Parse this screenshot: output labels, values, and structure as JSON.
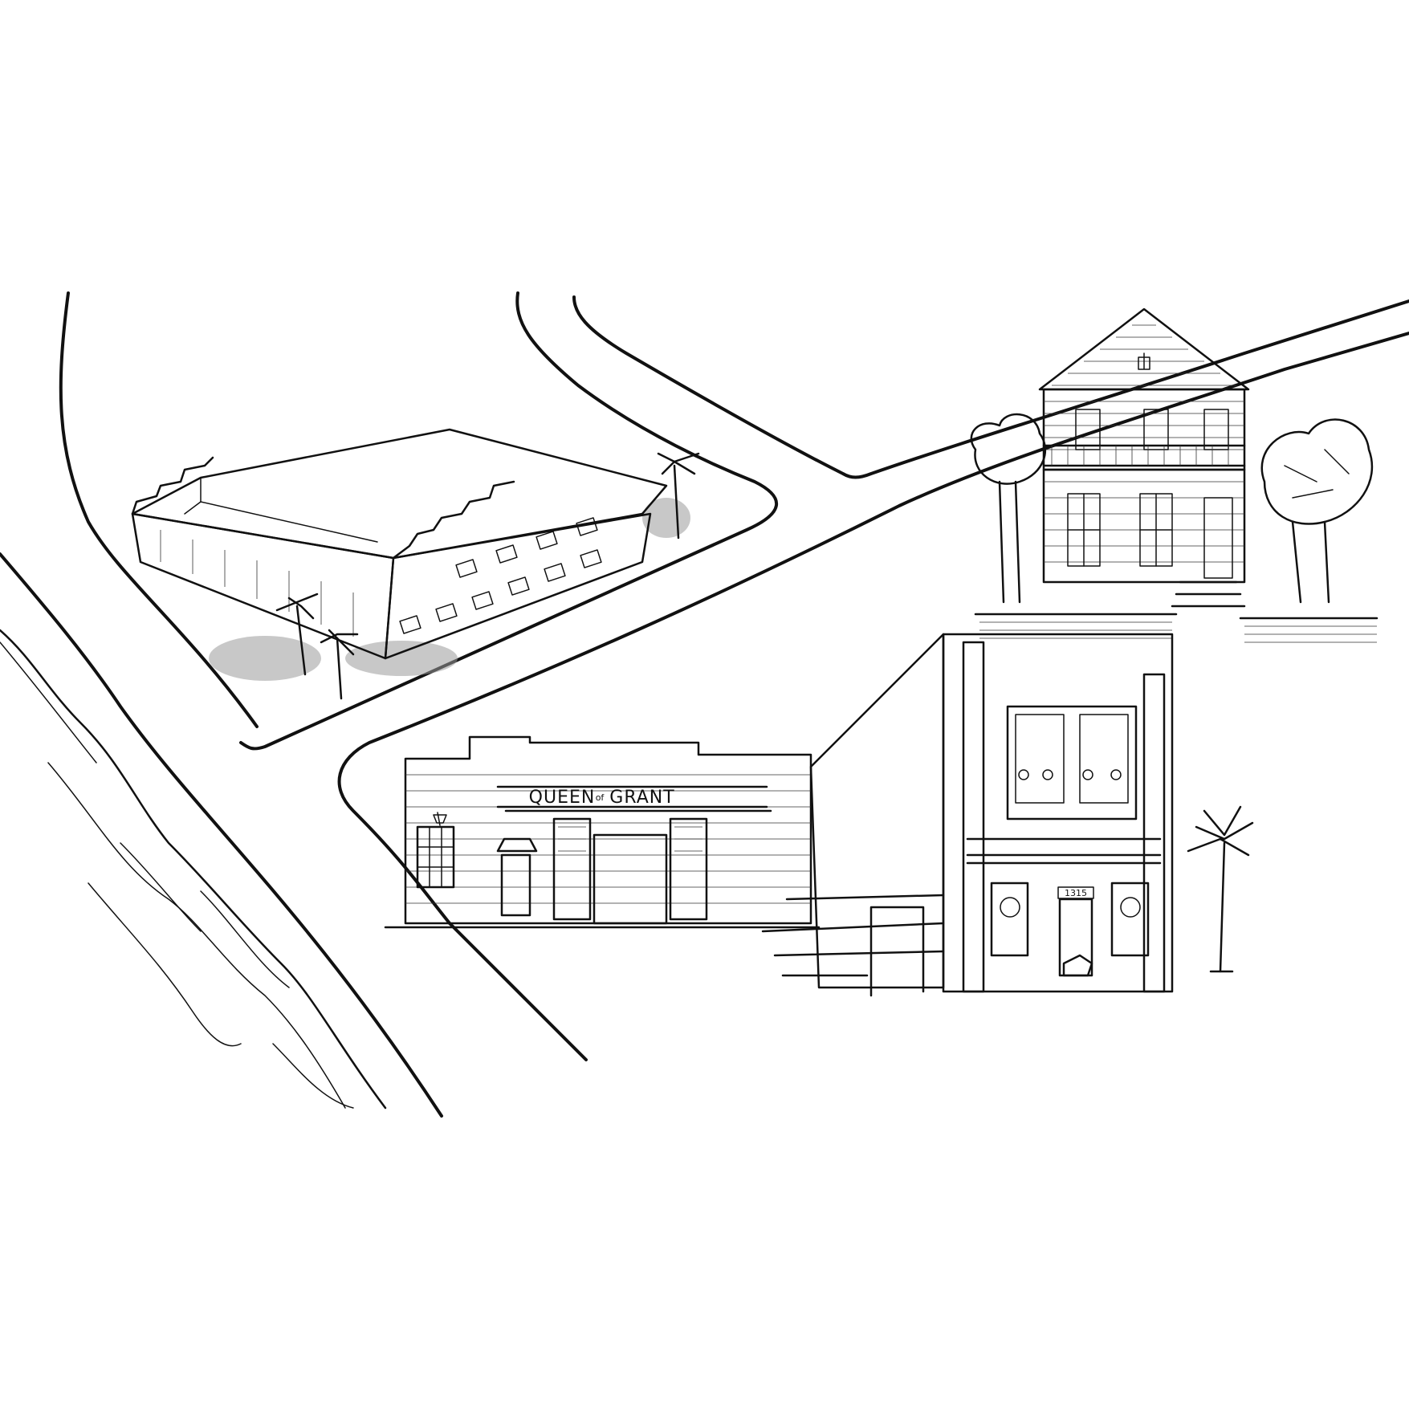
{
  "illustration": {
    "style": "hand-drawn ink sketch map",
    "background": "#ffffff",
    "ink_color": "#111111",
    "wash_color": "#9a9a9a"
  },
  "signs": {
    "storefront_left": "QUEEN",
    "storefront_right": "GRANT",
    "storefront_small": "of",
    "address": "1315"
  }
}
